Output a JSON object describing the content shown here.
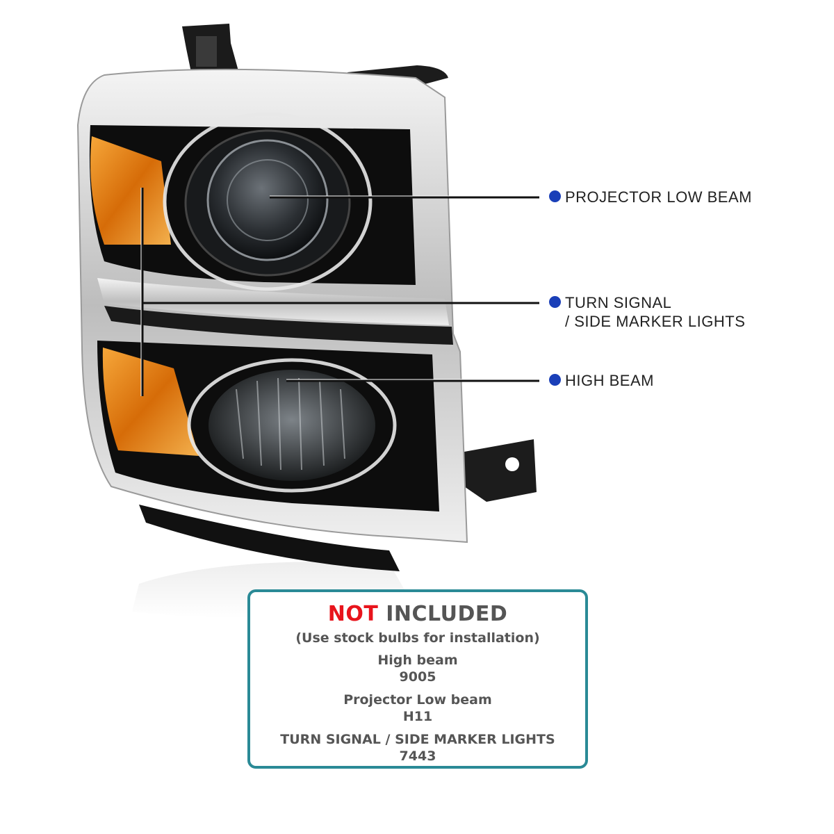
{
  "callouts": {
    "low_beam": "PROJECTOR LOW BEAM",
    "turn_signal_line1": "TURN SIGNAL",
    "turn_signal_line2": "/ SIDE MARKER LIGHTS",
    "high_beam": "HIGH BEAM"
  },
  "colors": {
    "callout_dot": "#1a3fb8",
    "box_border": "#2a8a96",
    "not_red": "#e8141c",
    "gray_text": "#555555",
    "chrome": "#d9d9d9",
    "amber": "#e8870e"
  },
  "info_box": {
    "heading_not": "NOT",
    "heading_rest": "INCLUDED",
    "subtitle": "(Use stock bulbs for installation)",
    "items": [
      {
        "name": "High beam",
        "code": "9005"
      },
      {
        "name": "Projector Low beam",
        "code": "H11"
      },
      {
        "name": "TURN SIGNAL / SIDE MARKER LIGHTS",
        "code": "7443"
      }
    ]
  }
}
